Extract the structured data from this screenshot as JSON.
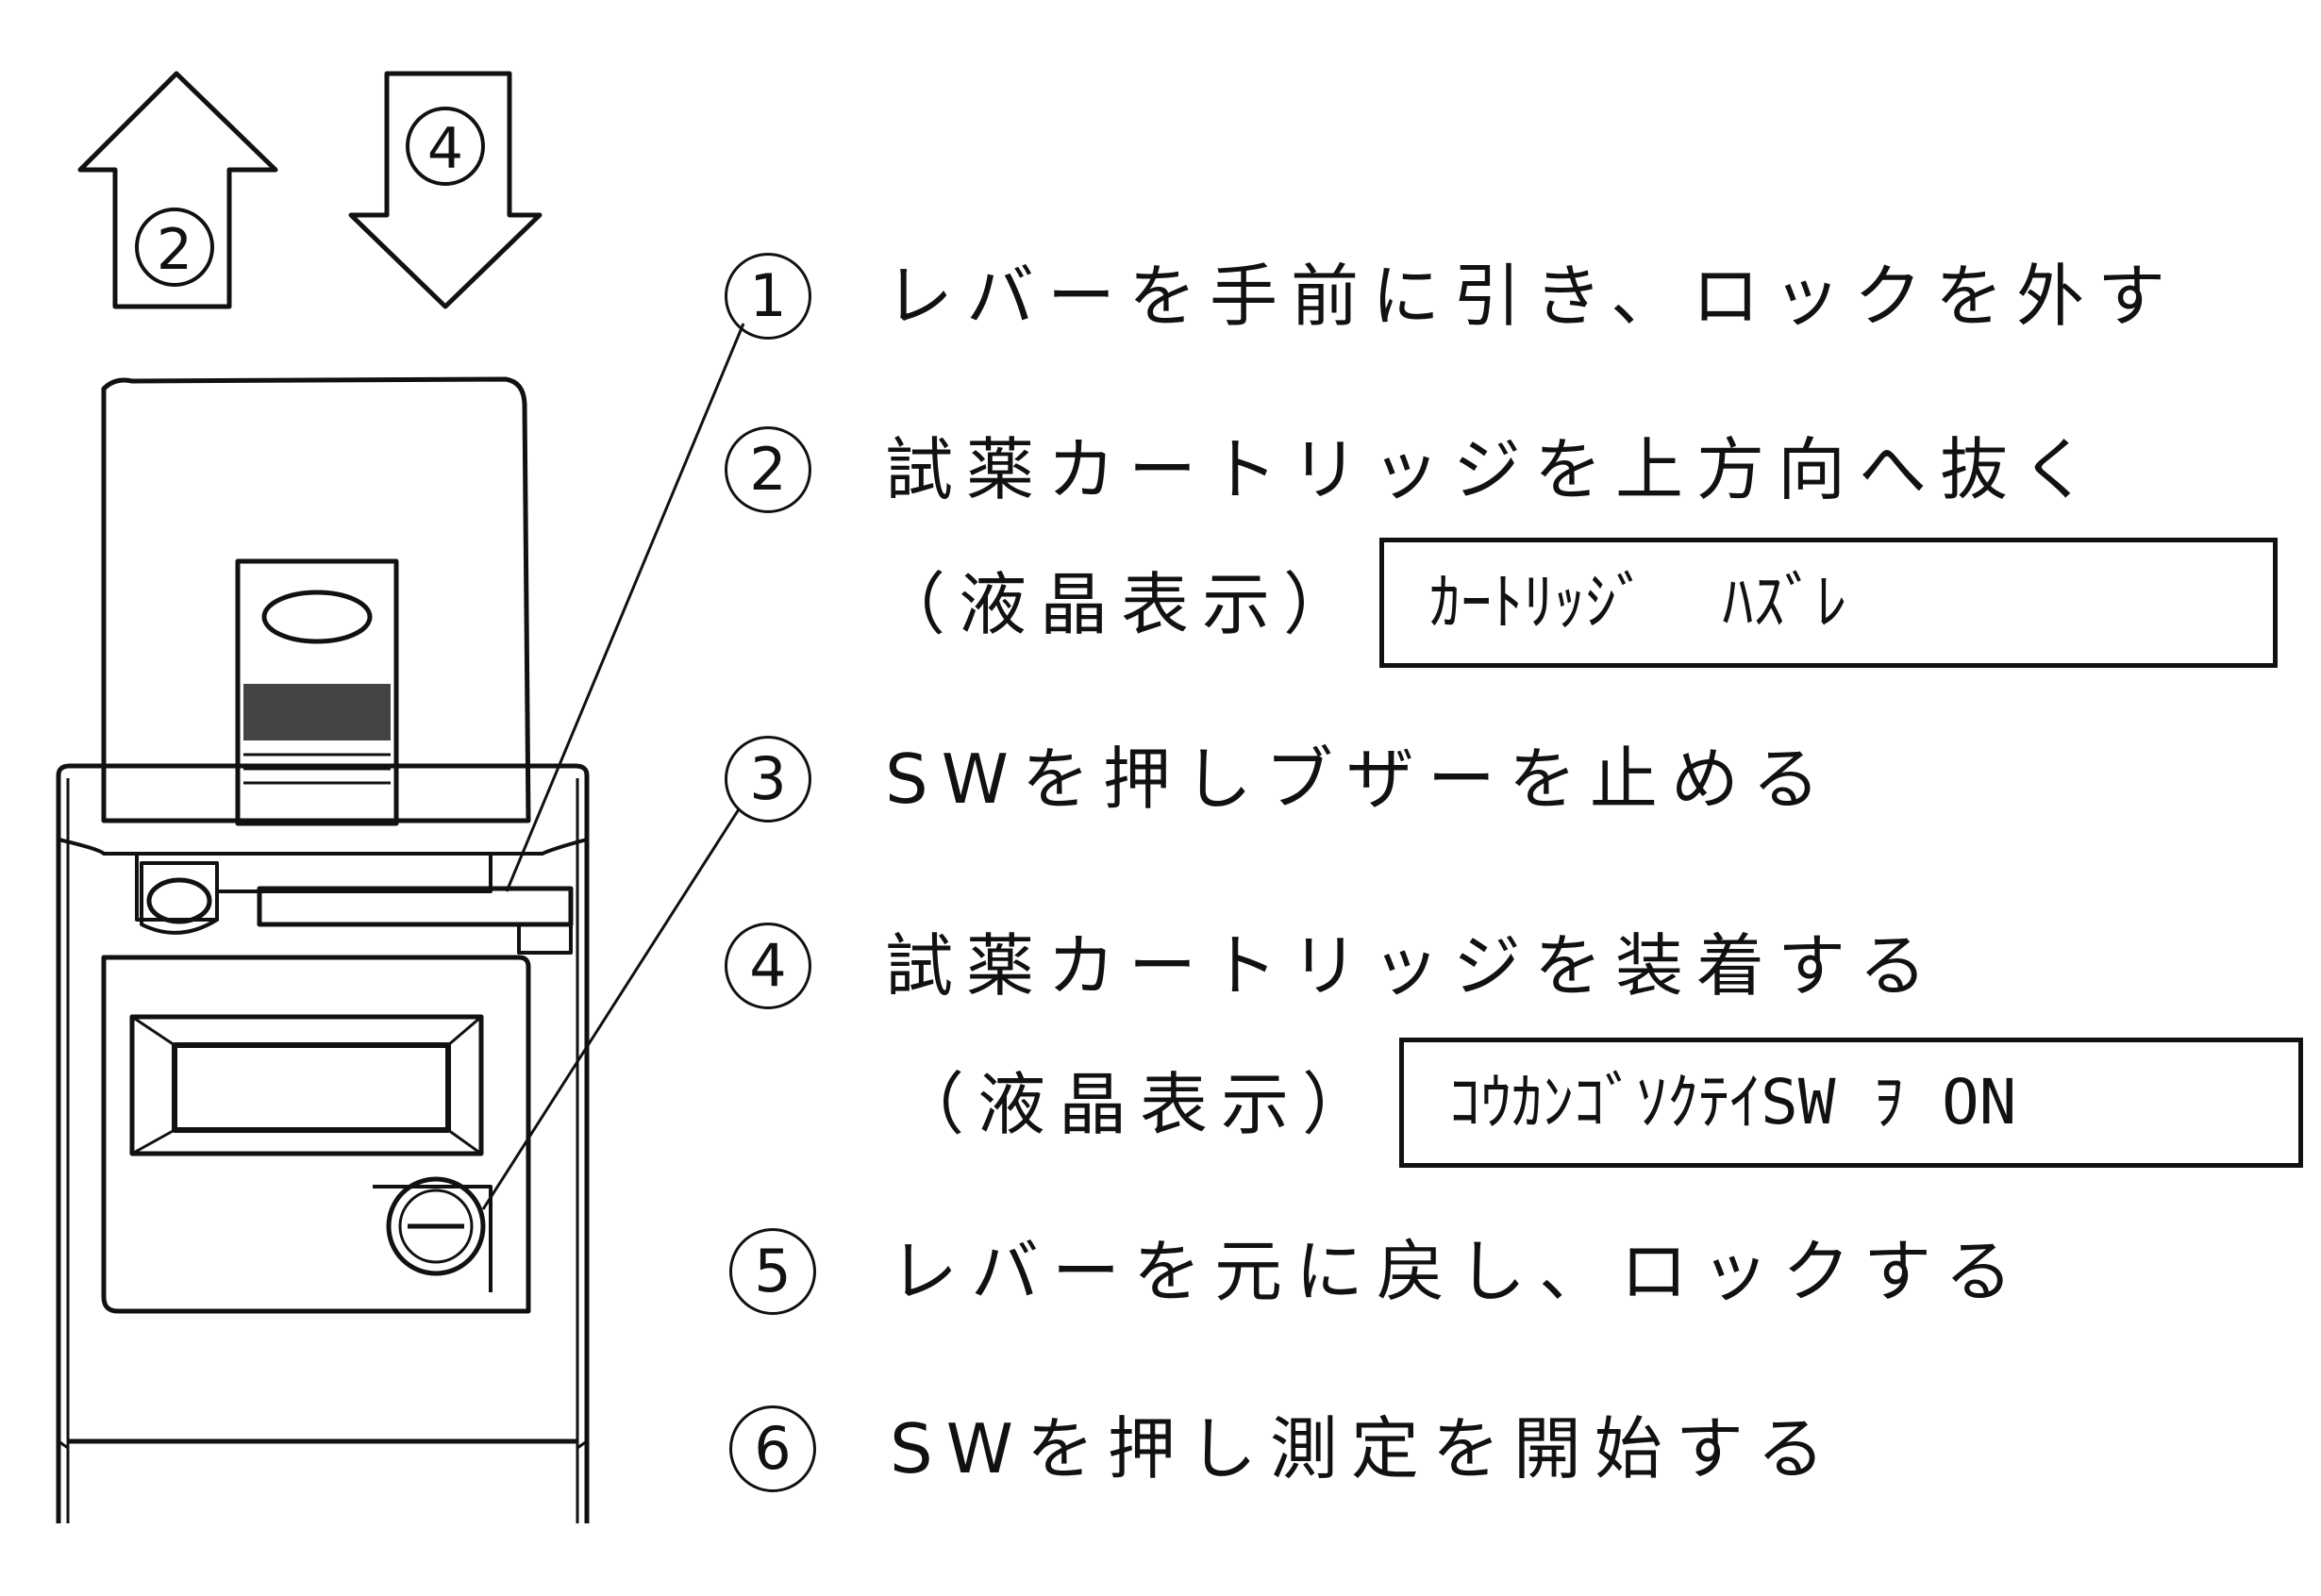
{
  "arrows": {
    "up_label": "2",
    "down_label": "4"
  },
  "steps": [
    {
      "num": "1",
      "text": "レバーを手前に引き、ロックを外す"
    },
    {
      "num": "2",
      "text": "試薬カートリッジを上方向へ抜く"
    },
    {
      "num": "3",
      "text": "SWを押しブザーを止める"
    },
    {
      "num": "4",
      "text": "試薬カートリッジを装着する"
    },
    {
      "num": "5",
      "text": "レバーを元に戻し、ロックする"
    },
    {
      "num": "6",
      "text": "SWを押し測定を開始する"
    }
  ],
  "lcd": [
    {
      "label": "（液晶表示）",
      "text": "ｶｰﾄﾘｯｼﾞ  ﾊｽﾞﾚ"
    },
    {
      "label": "（液晶表示）",
      "text": "ｺｳｶﾝｺﾞｿｸﾃｲSW ｦ ON"
    }
  ]
}
